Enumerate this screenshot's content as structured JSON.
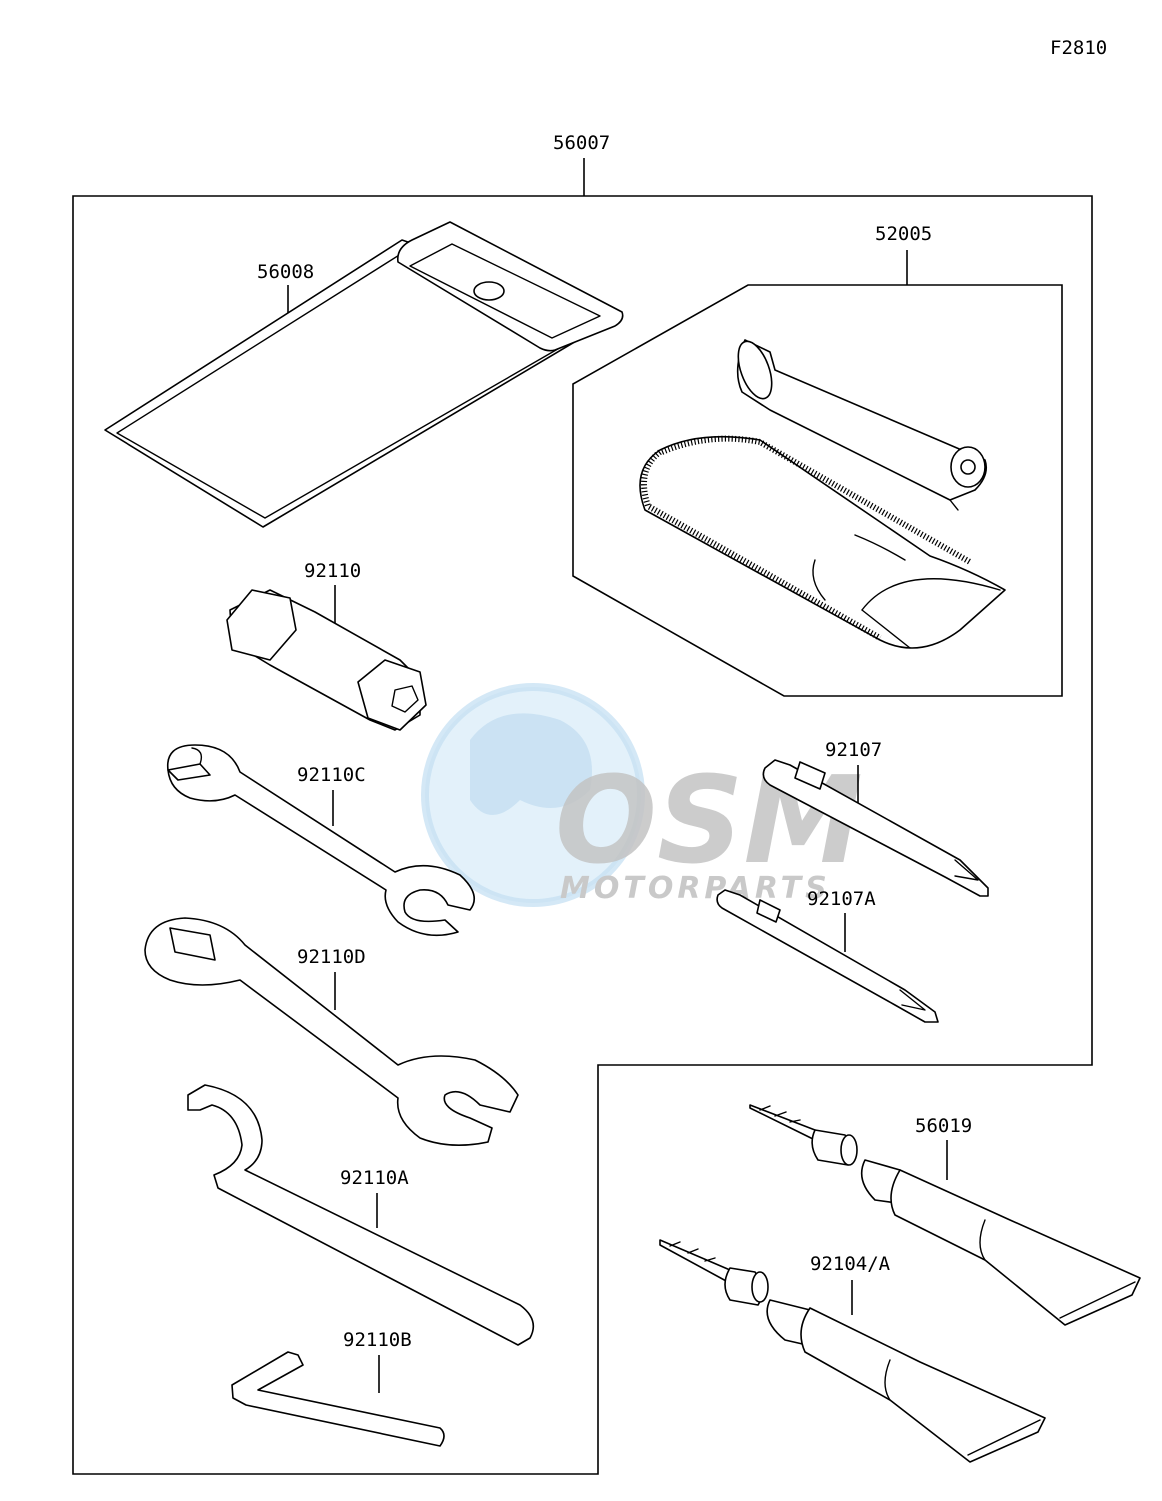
{
  "figure_code": "F2810",
  "parts": {
    "kit": "56007",
    "pouch": "56008",
    "shock_tool": "52005",
    "plug_wrench": "92110",
    "wrench_c": "92110C",
    "wrench_d": "92110D",
    "hook_wrench": "92110A",
    "hex_key": "92110B",
    "screwdriver": "92107",
    "screwdriver_a": "92107A",
    "grease": "56019",
    "grease_a": "92104/A"
  },
  "watermark": {
    "logo_text": "OSM",
    "sub_text": "MOTORPARTS",
    "colors": {
      "globe": "#cfe6f5",
      "letters": "#bdbdbd"
    }
  }
}
